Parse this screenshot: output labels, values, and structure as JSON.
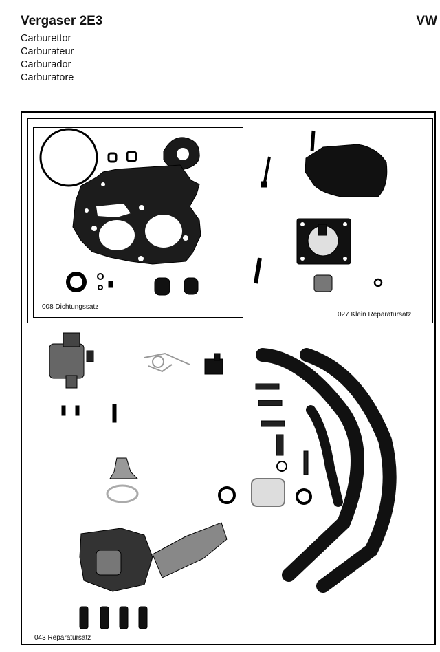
{
  "header": {
    "title": "Vergaser 2E3",
    "brand": "VW",
    "translations": [
      "Carburettor",
      "Carburateur",
      "Carburador",
      "Carburatore"
    ]
  },
  "kits": [
    {
      "label": "008 Dichtungssatz"
    },
    {
      "label": "027 Klein Reparatursatz"
    },
    {
      "label": "043 Reparatursatz"
    }
  ]
}
